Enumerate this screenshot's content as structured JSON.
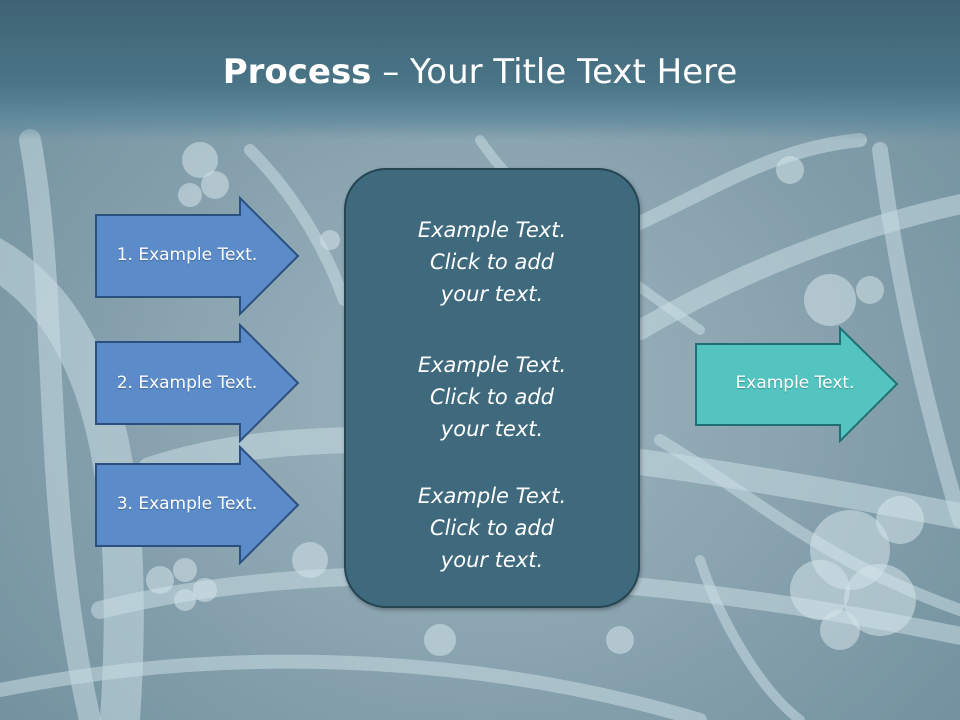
{
  "title": {
    "bold": "Process",
    "rest": " – Your Title Text Here"
  },
  "left_arrows": [
    {
      "label": "1. Example Text."
    },
    {
      "label": "2. Example Text."
    },
    {
      "label": "3. Example Text."
    }
  ],
  "center_box": {
    "paragraphs": [
      {
        "lines": [
          "Example Text.",
          "Click  to add",
          "your text."
        ]
      },
      {
        "lines": [
          "Example Text.",
          "Click  to add",
          "your text."
        ]
      },
      {
        "lines": [
          "Example Text.",
          "Click  to add",
          "your text."
        ]
      }
    ]
  },
  "right_arrow": {
    "label": "Example Text."
  },
  "colors": {
    "left_arrow_fill": "#5b8cc9",
    "left_arrow_stroke": "#2b4f7f",
    "right_arrow_fill": "#54c4c0",
    "right_arrow_stroke": "#1f6f73",
    "center_box_fill": "#3f6a7d",
    "title_bar": "#3e6374"
  }
}
